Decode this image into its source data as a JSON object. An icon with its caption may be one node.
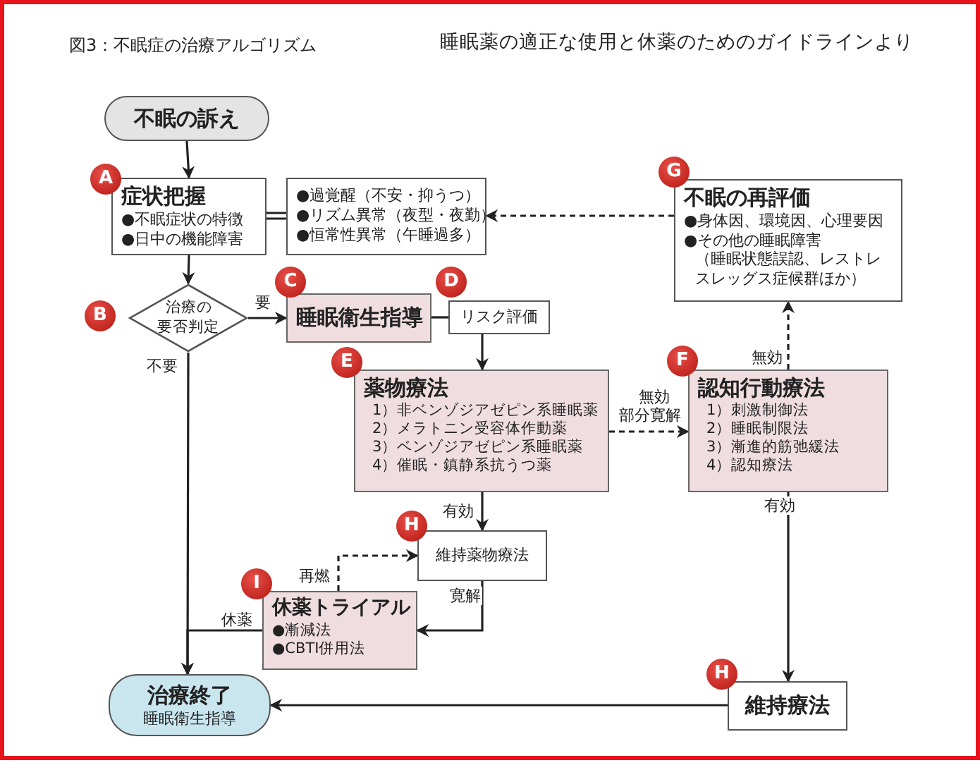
{
  "diagram": {
    "title": "図3：不眠症の治療アルゴリズム",
    "nodes": [
      {
        "text": [
          "不眠の訴え"
        ]
      },
      {
        "text": [
          "症状把握",
          "●不眠症状の特徴",
          "●日中の機能障害"
        ]
      },
      {
        "text": [
          "●過覚醒（不安・抑うつ）",
          "●リズム異常（夜型・夜勤）",
          "●恒常性異常（午睡過多）"
        ]
      },
      {
        "text": [
          "不眠の再評価",
          "●身体因、環境因、心理要因",
          "●その他の睡眠障害",
          "（睡眠状態誤認、レストレスレッグス症候群ほか）"
        ]
      },
      {
        "text": [
          "治療の要否判定"
        ]
      },
      {
        "text": [
          "睡眠衛生指導"
        ]
      },
      {
        "text": [
          "リスク評価"
        ]
      },
      {
        "text": [
          "薬物療法",
          "1）非ベンゾジアゼピン系睡眠薬",
          "2）メラトニン受容体作動薬",
          "3）ベンゾジアゼピン系睡眠薬",
          "4）催眠・鎮静系抗うつ薬"
        ]
      },
      {
        "text": [
          "認知行動療法",
          "1）刺激制御法",
          "2）睡眠制限法",
          "3）漸進的筋弛緩法",
          "4）認知療法"
        ]
      },
      {
        "text": [
          "維持薬物療法"
        ]
      },
      {
        "text": [
          "休薬トライアル",
          "●漸減法",
          "●CBTI併用法"
        ]
      },
      {
        "text": [
          "治療終了",
          "睡眠衛生指導"
        ]
      },
      {
        "text": [
          "維持療法"
        ]
      },
      {
        "text": [
          "A"
        ]
      },
      {
        "text": [
          "B"
        ]
      },
      {
        "text": [
          "C"
        ]
      },
      {
        "text": [
          "D"
        ]
      },
      {
        "text": [
          "E"
        ]
      },
      {
        "text": [
          "F"
        ]
      },
      {
        "text": [
          "G"
        ]
      },
      {
        "text": [
          "H"
        ]
      },
      {
        "text": [
          "H"
        ]
      },
      {
        "text": [
          "I"
        ]
      }
    ],
    "edges": [
      {
        "from": 0,
        "to": 1,
        "arrow": "to"
      },
      {
        "from": 1,
        "to": 4,
        "arrow": "to"
      },
      {
        "from": 1,
        "to": 2,
        "arrow": "none"
      },
      {
        "from": 3,
        "to": 2,
        "arrow": "to",
        "style": "dashed"
      },
      {
        "from": 4,
        "to": 5,
        "arrow": "to",
        "label": "要"
      },
      {
        "from": 4,
        "to": 11,
        "arrow": "to",
        "label": "不要"
      },
      {
        "from": 5,
        "to": 6,
        "arrow": "none"
      },
      {
        "from": 6,
        "to": 7,
        "arrow": "to"
      },
      {
        "from": 7,
        "to": 8,
        "arrow": "to",
        "style": "dashed",
        "label": "無効部分寛解"
      },
      {
        "from": 8,
        "to": 3,
        "arrow": "to",
        "style": "dashed",
        "label": "無効"
      },
      {
        "from": 7,
        "to": 9,
        "arrow": "to",
        "label": "有効"
      },
      {
        "from": 9,
        "to": 10,
        "arrow": "to",
        "label": "寛解"
      },
      {
        "from": 10,
        "to": 9,
        "arrow": "to",
        "style": "dashed",
        "label": "再燃"
      },
      {
        "from": 10,
        "to": 11,
        "arrow": "to",
        "label": "休薬"
      },
      {
        "from": 8,
        "to": 12,
        "arrow": "to",
        "label": "有効"
      },
      {
        "from": 12,
        "to": 11,
        "arrow": "to"
      }
    ],
    "labels": [
      "睡眠薬の適正な使用と休薬のためのガイドラインより"
    ]
  }
}
